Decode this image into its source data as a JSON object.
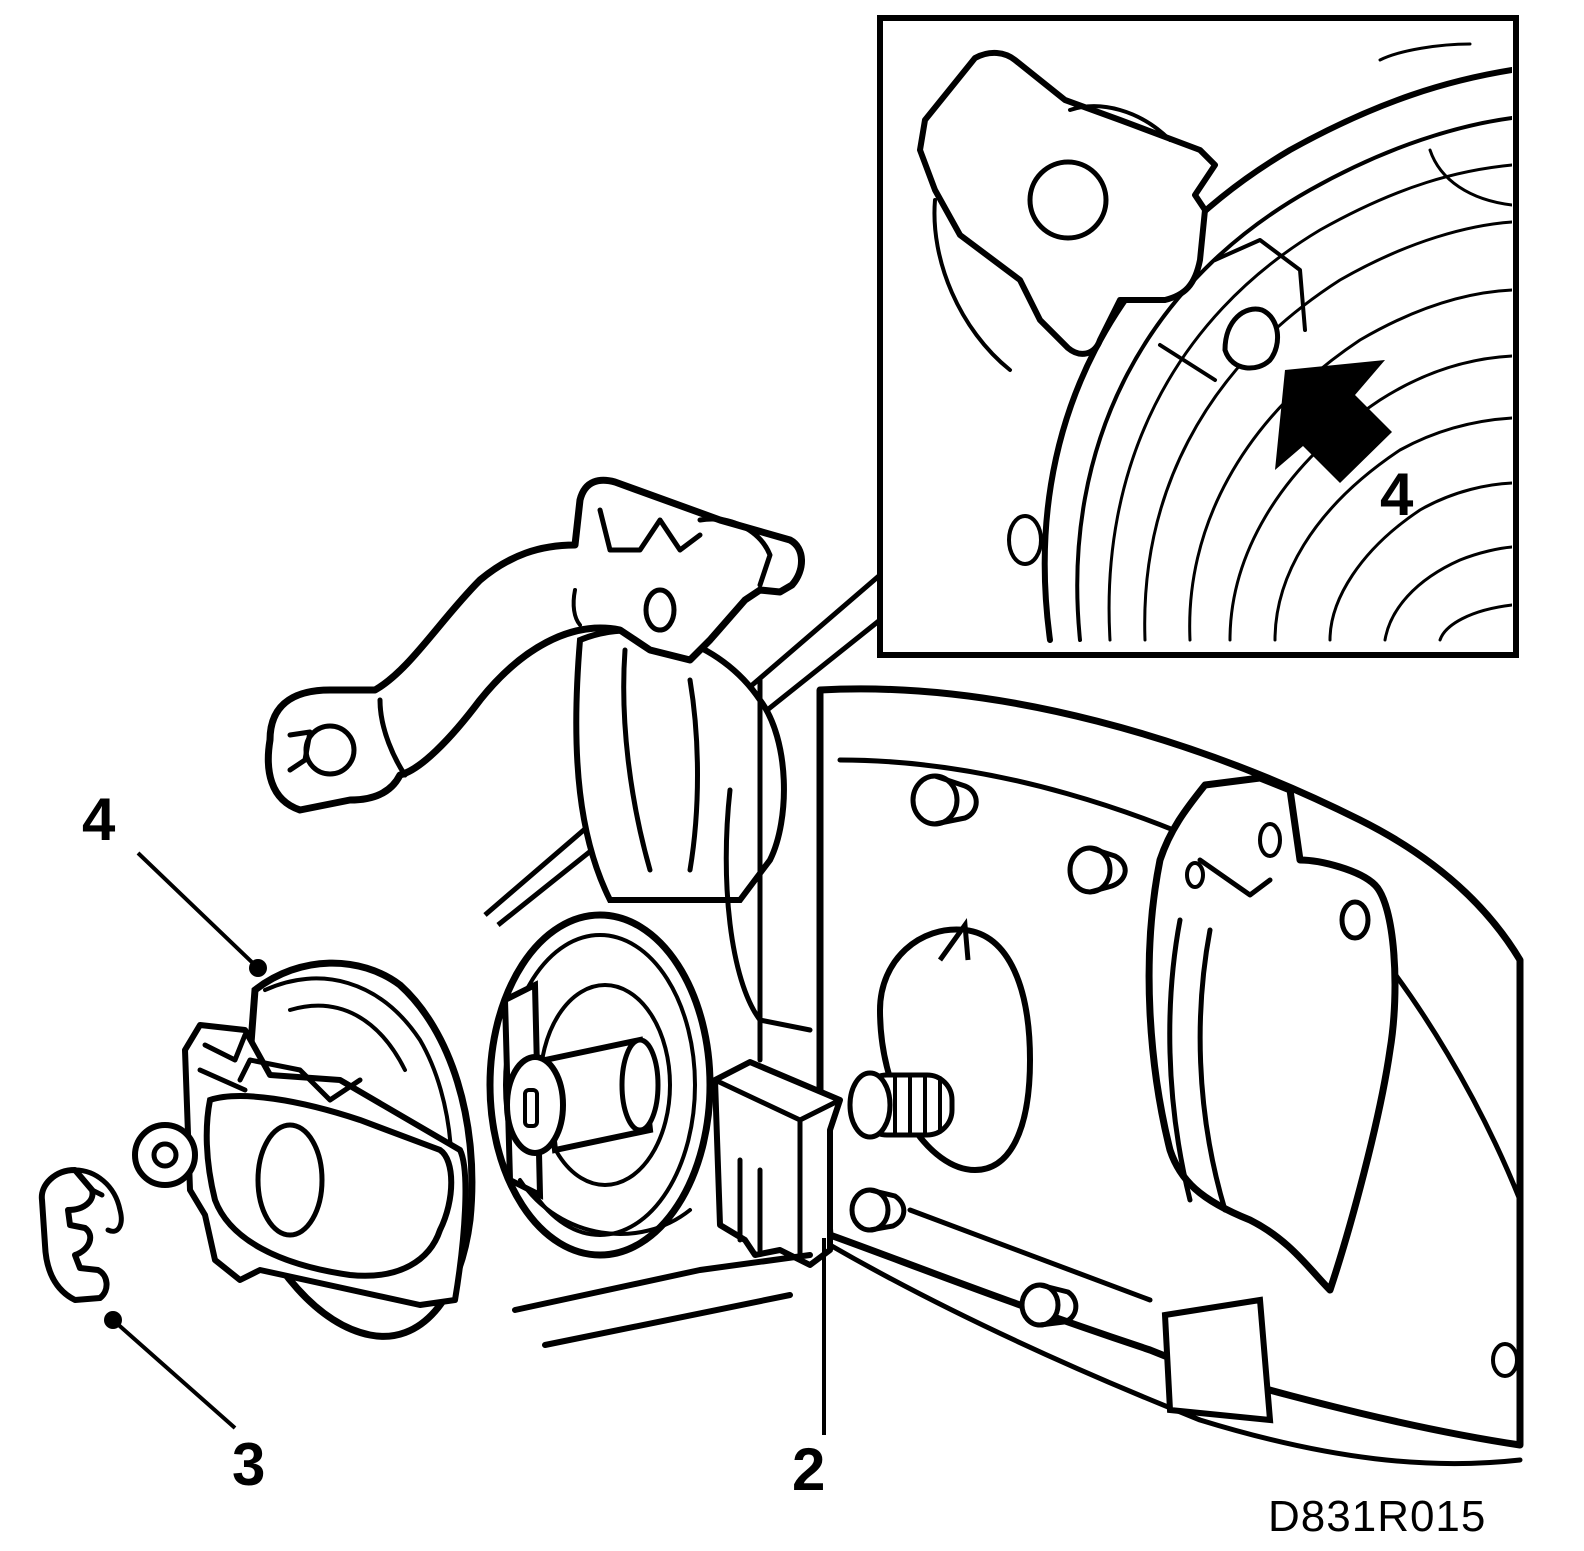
{
  "callouts": {
    "inset_label": "4",
    "part_4_label": "4",
    "part_3_label": "3",
    "part_2_label": "2"
  },
  "drawing_code": "D831R015",
  "colors": {
    "ink": "#000000",
    "paper": "#ffffff"
  }
}
